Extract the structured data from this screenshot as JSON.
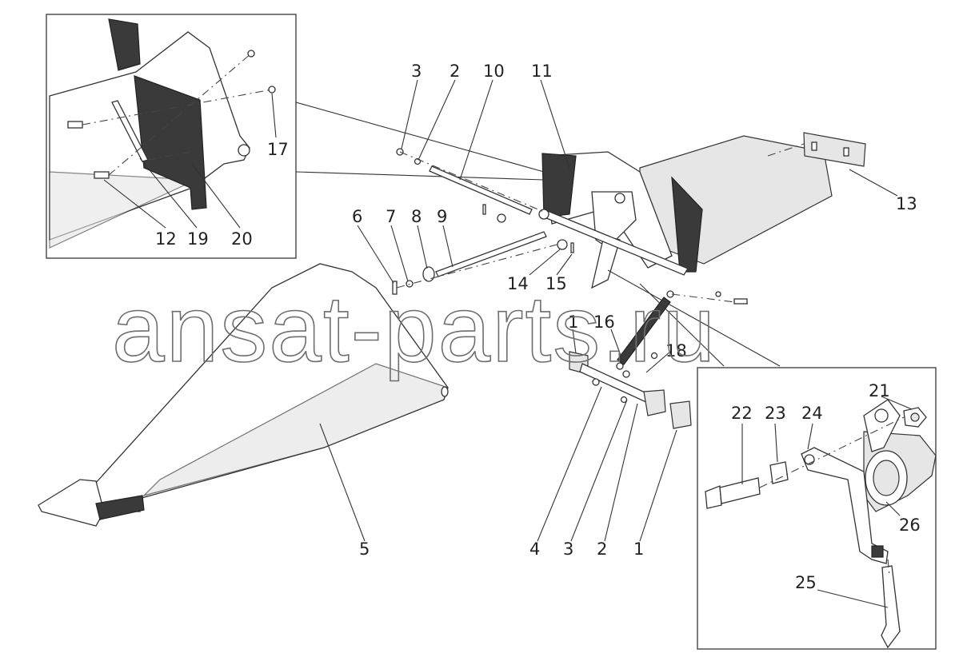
{
  "callouts": {
    "c3": "3",
    "c2": "2",
    "c10": "10",
    "c11": "11",
    "c13": "13",
    "c17": "17",
    "c12": "12",
    "c19": "19",
    "c20": "20",
    "c6": "6",
    "c7": "7",
    "c8": "8",
    "c9": "9",
    "c14": "14",
    "c15": "15",
    "c1a": "1",
    "c16": "16",
    "c18": "18",
    "c5": "5",
    "c4b": "4",
    "c3b": "3",
    "c2b": "2",
    "c1b": "1",
    "c21": "21",
    "c22": "22",
    "c23": "23",
    "c24": "24",
    "c25": "25",
    "c26": "26"
  },
  "watermark": "ansat-parts.ru",
  "colors": {
    "ink": "#333333",
    "plate": "#3a3a3a",
    "shade": "#e6e6e6"
  }
}
